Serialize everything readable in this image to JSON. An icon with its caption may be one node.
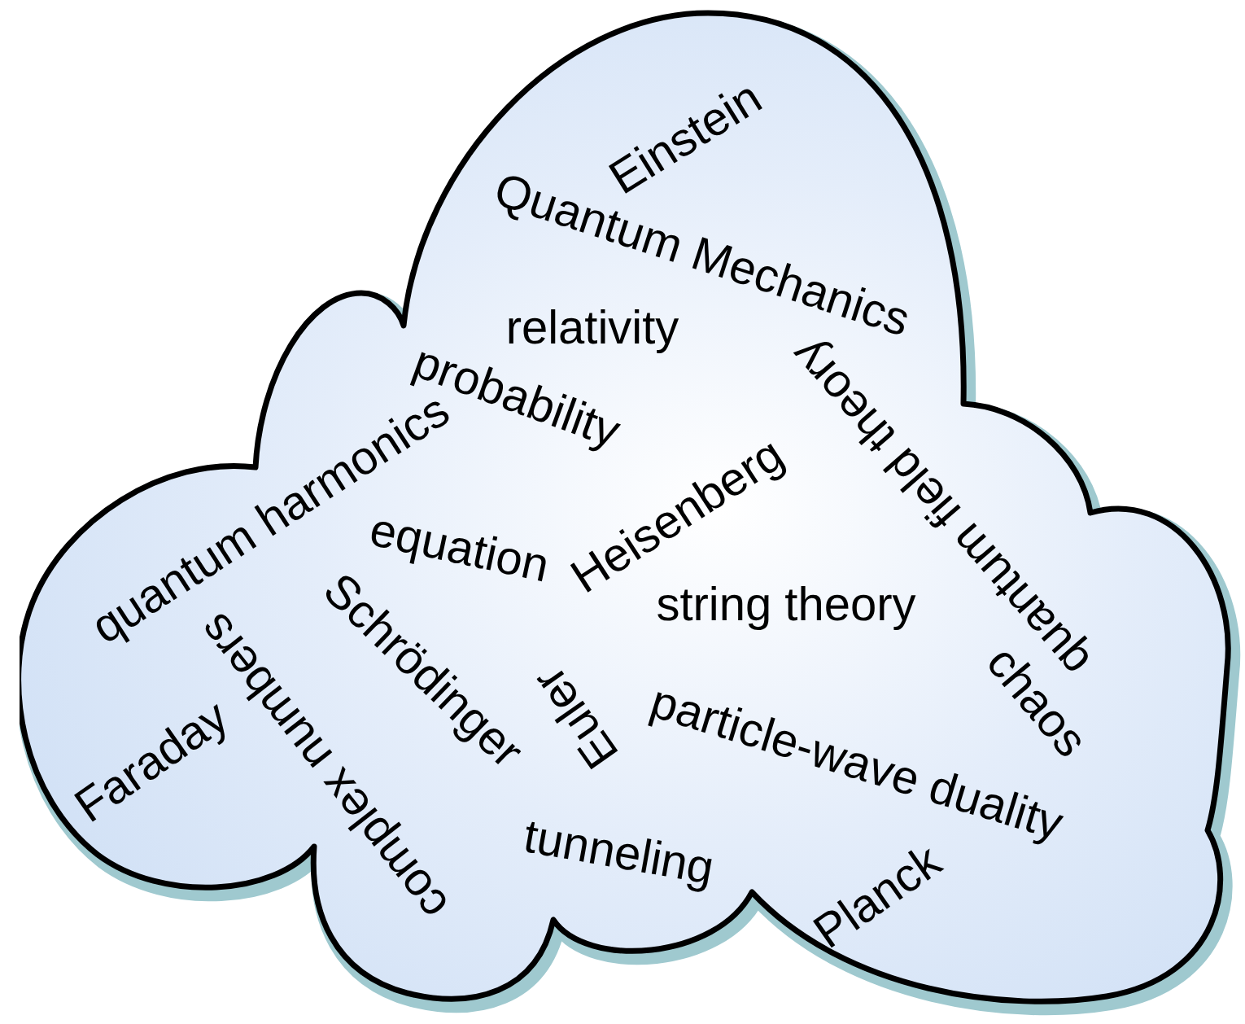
{
  "diagram": {
    "nodes": [
      {
        "text": [
          "Einstein",
          "Quantum Mechanics",
          "relativity",
          "probability",
          "quantum harmonics",
          "equation",
          "Heisenberg",
          "quantum field theory",
          "string theory",
          "chaos",
          "Schrödinger",
          "Euler",
          "particle-wave duality",
          "complex numbers",
          "Faraday",
          "tunneling",
          "Planck"
        ]
      }
    ]
  }
}
